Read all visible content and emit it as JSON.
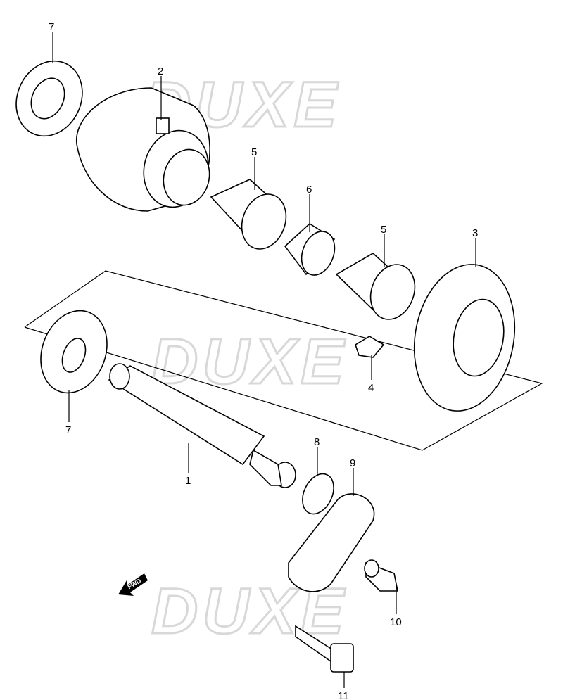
{
  "watermark": "DUXE",
  "fwd_label": "FWD",
  "callouts": {
    "c7a": "7",
    "c2": "2",
    "c5a": "5",
    "c6": "6",
    "c5b": "5",
    "c3": "3",
    "c4": "4",
    "c7b": "7",
    "c1": "1",
    "c8": "8",
    "c9": "9",
    "c10": "10",
    "c11": "11"
  }
}
